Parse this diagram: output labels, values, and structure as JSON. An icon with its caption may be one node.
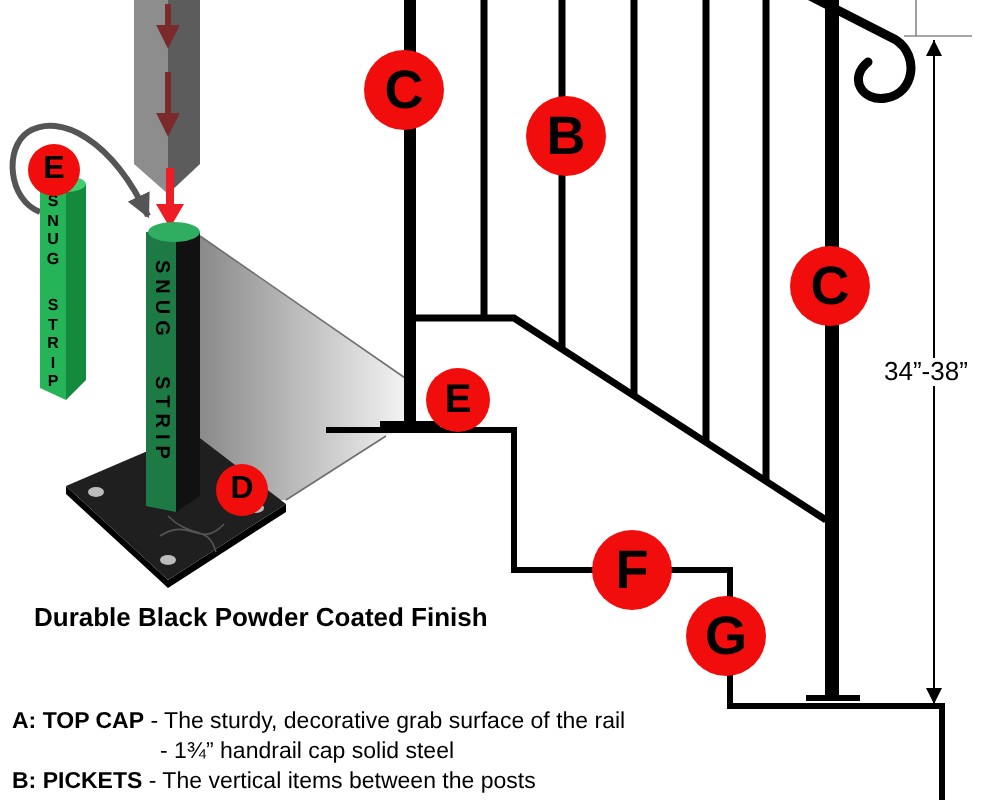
{
  "diagram": {
    "nodes": [
      {
        "text": [
          "C"
        ]
      },
      {
        "text": [
          "B"
        ]
      },
      {
        "text": [
          "E"
        ]
      },
      {
        "text": [
          "SNUG",
          "STRIP"
        ]
      },
      {
        "text": [
          "SNUG",
          "STRIP"
        ]
      },
      {
        "text": [
          "C"
        ]
      },
      {
        "text": [
          "E"
        ]
      },
      {
        "text": [
          "D"
        ]
      },
      {
        "text": [
          "F"
        ]
      },
      {
        "text": [
          "G"
        ]
      }
    ],
    "edges": [
      {
        "from": 3,
        "to": 4,
        "arrow": "to"
      }
    ],
    "labels": [
      "34”-38”",
      "Durable Black Powder Coated Finish",
      "**A: TOP CAP** - The sturdy, decorative grab surface of the rail",
      "- 1¾” handrail cap solid steel",
      "**B: PICKETS** - The vertical items between the posts"
    ]
  }
}
